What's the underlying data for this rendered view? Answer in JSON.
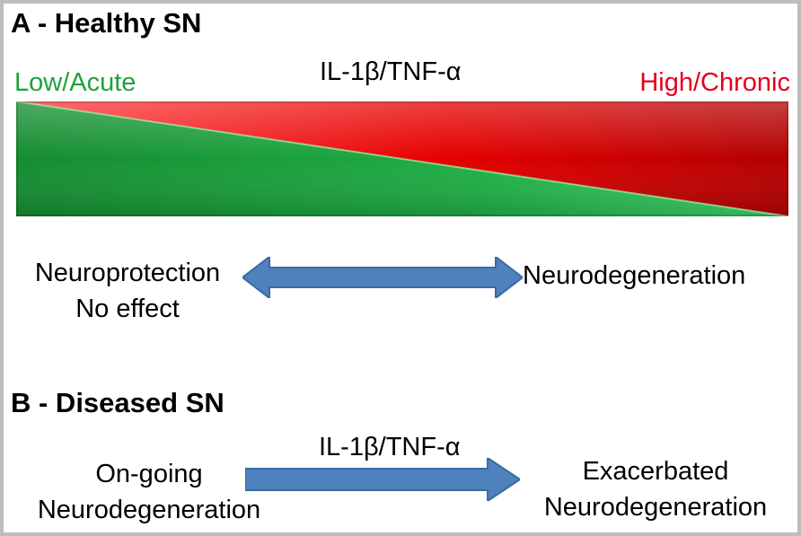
{
  "panel_a": {
    "title": "A - Healthy SN",
    "low_label": "Low/Acute",
    "high_label": "High/Chronic",
    "cytokines": "IL-1β/TNF-α",
    "left_outcome_line1": "Neuroprotection",
    "left_outcome_line2": "No effect",
    "right_outcome": "Neurodegeneration"
  },
  "panel_b": {
    "title": "B - Diseased SN",
    "cytokines": "IL-1β/TNF-α",
    "left_state_line1": "On-going",
    "left_state_line2": "Neurodegeneration",
    "right_state_line1": "Exacerbated",
    "right_state_line2": "Neurodegeneration"
  },
  "colors": {
    "green": "#1fa33a",
    "red": "#e3001b",
    "arrow_blue": "#4f81bd",
    "frame": "#bdbdbd"
  }
}
